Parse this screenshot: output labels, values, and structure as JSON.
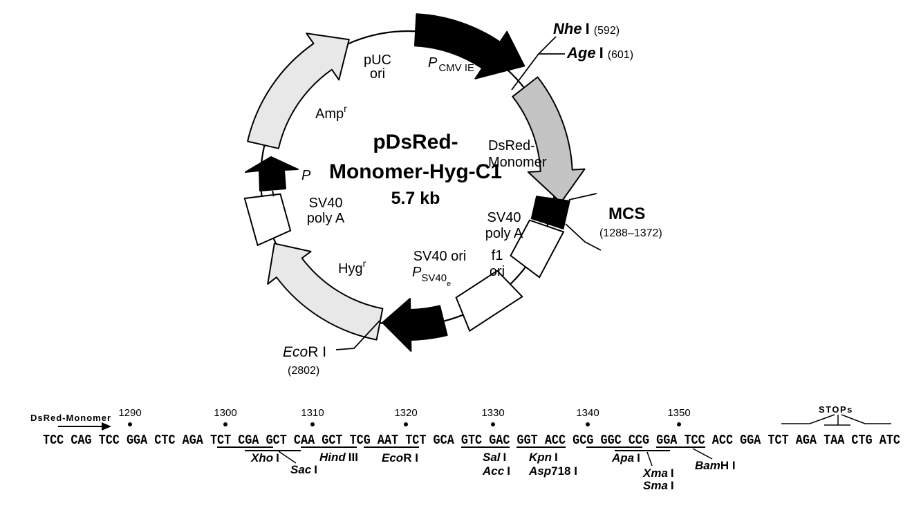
{
  "plasmid": {
    "title_line1": "pDsRed-",
    "title_line2": "Monomer-Hyg-C1",
    "size_label": "5.7 kb",
    "features": {
      "cmv_promoter": {
        "symbol": "P",
        "subscript": "CMV IE"
      },
      "dsred_line1": "DsRed-",
      "dsred_line2": "Monomer",
      "sv40_polya_right_line1": "SV40",
      "sv40_polya_right_line2": "poly A",
      "f1_line1": "f1",
      "f1_line2": "ori",
      "sv40_ori": "SV40 ori",
      "sv40e_promoter": {
        "symbol": "P",
        "subscript": "SV40",
        "subsub": "e"
      },
      "hyg": {
        "base": "Hyg",
        "sup": "r"
      },
      "sv40_polya_left_line1": "SV40",
      "sv40_polya_left_line2": "poly A",
      "promoter_p": "P",
      "amp": {
        "base": "Amp",
        "sup": "r"
      },
      "puc_line1": "pUC",
      "puc_line2": "ori"
    },
    "sites": {
      "nhe": {
        "enzyme": "Nhe",
        "suffix": "I",
        "position": "(592)"
      },
      "age": {
        "enzyme": "Age",
        "suffix": "I",
        "position": "(601)"
      },
      "mcs": {
        "label": "MCS",
        "range": "(1288–1372)"
      },
      "ecori": {
        "enzyme": "Eco",
        "suffix": "R I",
        "position": "(2802)"
      }
    }
  },
  "sequence": {
    "gene_label": "DsRed-Monomer",
    "ticks": [
      "1290",
      "1300",
      "1310",
      "1320",
      "1330",
      "1340",
      "1350"
    ],
    "bases": "TCC CAG TCC GGA CTC AGA TCT CGA GCT CAA GCT TCG AAT TCT GCA GTC GAC GGT ACC GCG GGC CCG GGA TCC ACC GGA TCT AGA TAA CTG ATC",
    "stops_label": "STOPs",
    "enzymes": {
      "xho": {
        "it": "Xho",
        "rm": "I"
      },
      "sac": {
        "it": "Sac",
        "rm": "I"
      },
      "hind": {
        "it": "Hind",
        "rm": "III"
      },
      "ecor": {
        "it": "Eco",
        "rm": "R I"
      },
      "sal": {
        "it": "Sal",
        "rm": "I"
      },
      "acc": {
        "it": "Acc",
        "rm": "I"
      },
      "kpn": {
        "it": "Kpn",
        "rm": "I"
      },
      "asp": {
        "it": "Asp",
        "rm": "718 I"
      },
      "apa": {
        "it": "Apa",
        "rm": "I"
      },
      "xma": {
        "it": "Xma",
        "rm": "I"
      },
      "sma": {
        "it": "Sma",
        "rm": "I"
      },
      "bam": {
        "it": "Bam",
        "rm": "H I"
      }
    }
  }
}
